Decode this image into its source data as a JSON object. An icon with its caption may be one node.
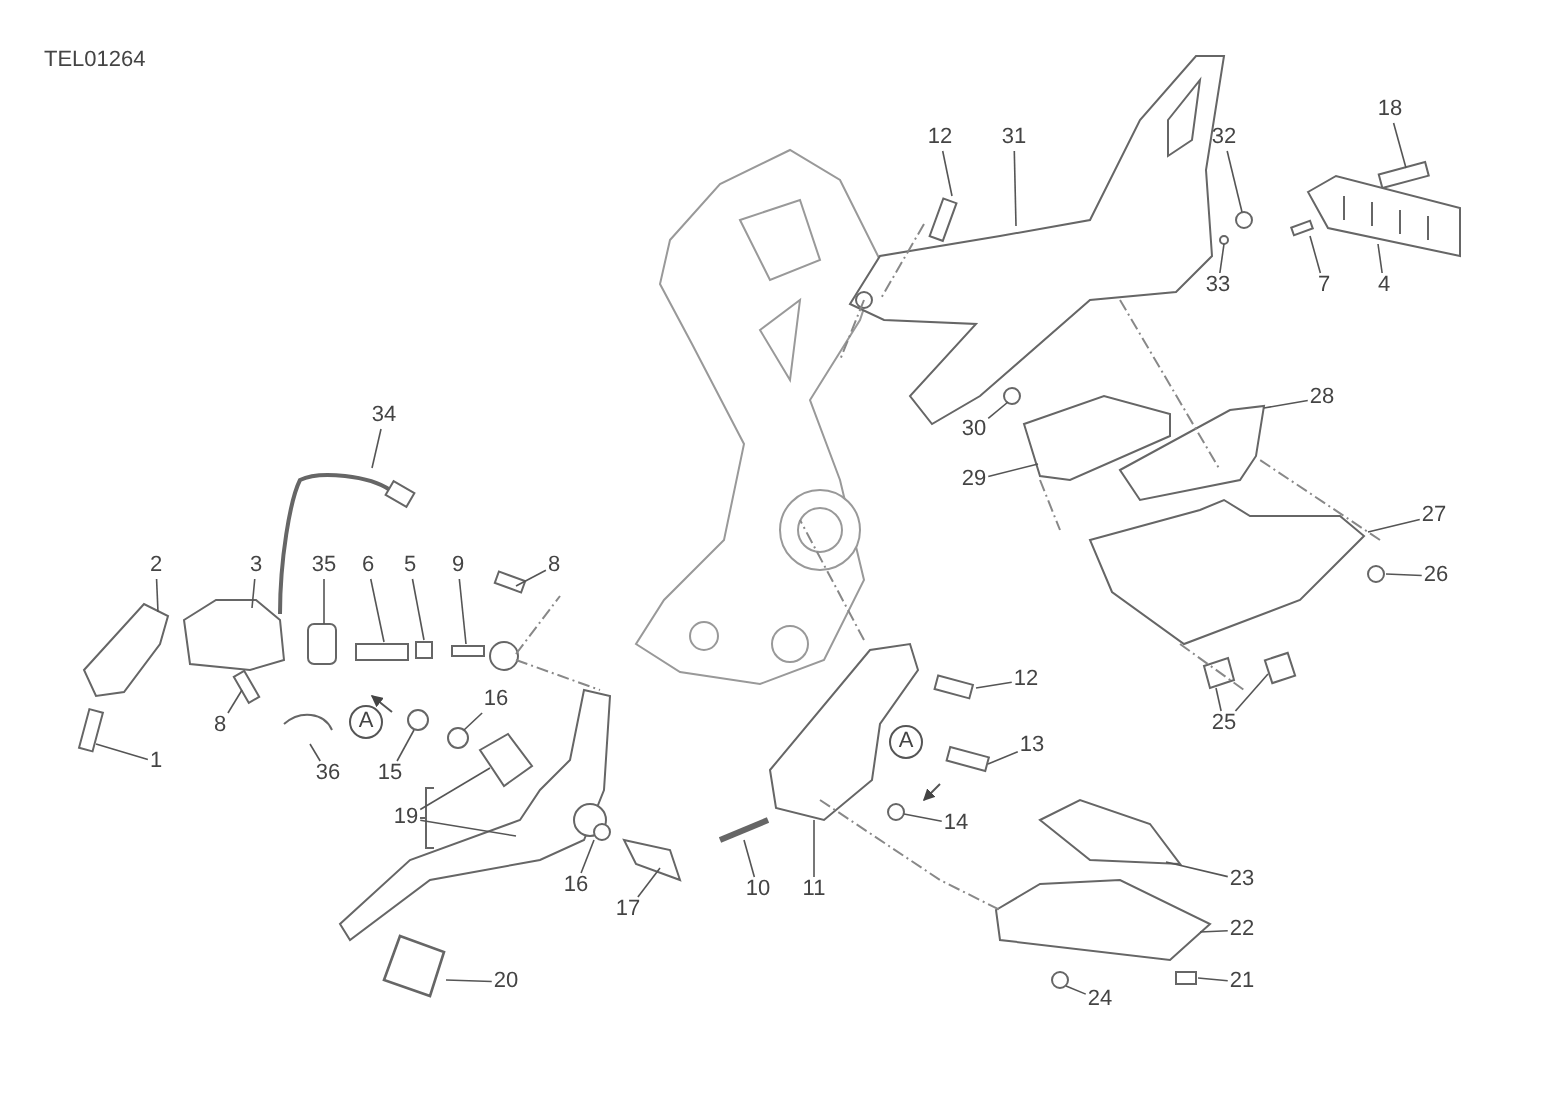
{
  "diagram": {
    "nodes": [
      {
        "text": [
          "12"
        ]
      },
      {
        "text": [
          "31"
        ]
      },
      {
        "text": [
          "32"
        ]
      },
      {
        "text": [
          "18"
        ]
      },
      {
        "text": [
          "33"
        ]
      },
      {
        "text": [
          "7"
        ]
      },
      {
        "text": [
          "4"
        ]
      },
      {
        "text": [
          "34"
        ]
      },
      {
        "text": [
          "28"
        ]
      },
      {
        "text": [
          "30"
        ]
      },
      {
        "text": [
          "29"
        ]
      },
      {
        "text": [
          "27"
        ]
      },
      {
        "text": [
          "2"
        ]
      },
      {
        "text": [
          "3"
        ]
      },
      {
        "text": [
          "35"
        ]
      },
      {
        "text": [
          "6"
        ]
      },
      {
        "text": [
          "5"
        ]
      },
      {
        "text": [
          "9"
        ]
      },
      {
        "text": [
          "8"
        ]
      },
      {
        "text": [
          "26"
        ]
      },
      {
        "text": [
          "12"
        ]
      },
      {
        "text": [
          "A"
        ]
      },
      {
        "text": [
          "16"
        ]
      },
      {
        "text": [
          "25"
        ]
      },
      {
        "text": [
          "8"
        ]
      },
      {
        "text": [
          "1"
        ]
      },
      {
        "text": [
          "13"
        ]
      },
      {
        "text": [
          "A"
        ]
      },
      {
        "text": [
          "36"
        ]
      },
      {
        "text": [
          "15"
        ]
      },
      {
        "text": [
          "14"
        ]
      },
      {
        "text": [
          "19"
        ]
      },
      {
        "text": [
          "23"
        ]
      },
      {
        "text": [
          "10"
        ]
      },
      {
        "text": [
          "11"
        ]
      },
      {
        "text": [
          "16"
        ]
      },
      {
        "text": [
          "17"
        ]
      },
      {
        "text": [
          "22"
        ]
      },
      {
        "text": [
          "21"
        ]
      },
      {
        "text": [
          "20"
        ]
      },
      {
        "text": [
          "24"
        ]
      }
    ],
    "edges": [
      {
        "from": 0,
        "to": null,
        "arrow": "none"
      },
      {
        "from": 1,
        "to": null,
        "arrow": "none"
      },
      {
        "from": 2,
        "to": null,
        "arrow": "none"
      },
      {
        "from": 3,
        "to": null,
        "arrow": "none"
      },
      {
        "from": 4,
        "to": null,
        "arrow": "none"
      },
      {
        "from": 5,
        "to": null,
        "arrow": "none"
      },
      {
        "from": 6,
        "to": null,
        "arrow": "none"
      },
      {
        "from": 7,
        "to": null,
        "arrow": "none"
      },
      {
        "from": 8,
        "to": null,
        "arrow": "none"
      },
      {
        "from": 9,
        "to": null,
        "arrow": "none"
      },
      {
        "from": 10,
        "to": null,
        "arrow": "none"
      },
      {
        "from": 11,
        "to": null,
        "arrow": "none"
      },
      {
        "from": 12,
        "to": null,
        "arrow": "none"
      },
      {
        "from": 13,
        "to": null,
        "arrow": "none"
      },
      {
        "from": 14,
        "to": null,
        "arrow": "none"
      },
      {
        "from": 15,
        "to": null,
        "arrow": "none"
      },
      {
        "from": 16,
        "to": null,
        "arrow": "none"
      },
      {
        "from": 17,
        "to": null,
        "arrow": "none"
      },
      {
        "from": 18,
        "to": null,
        "arrow": "none"
      },
      {
        "from": 19,
        "to": null,
        "arrow": "none"
      },
      {
        "from": 20,
        "to": null,
        "arrow": "none"
      },
      {
        "from": 22,
        "to": null,
        "arrow": "none"
      },
      {
        "from": 23,
        "to": null,
        "arrow": "none"
      },
      {
        "from": 23,
        "to": null,
        "arrow": "none"
      },
      {
        "from": 24,
        "to": null,
        "arrow": "none"
      },
      {
        "from": 25,
        "to": null,
        "arrow": "none"
      },
      {
        "from": 26,
        "to": null,
        "arrow": "none"
      },
      {
        "from": 28,
        "to": null,
        "arrow": "none"
      },
      {
        "from": 29,
        "to": null,
        "arrow": "none"
      },
      {
        "from": 30,
        "to": null,
        "arrow": "none"
      },
      {
        "from": 31,
        "to": null,
        "arrow": "none"
      },
      {
        "from": 31,
        "to": null,
        "arrow": "none"
      },
      {
        "from": 32,
        "to": null,
        "arrow": "none"
      },
      {
        "from": 33,
        "to": null,
        "arrow": "none"
      },
      {
        "from": 34,
        "to": null,
        "arrow": "none"
      },
      {
        "from": 35,
        "to": null,
        "arrow": "none"
      },
      {
        "from": 36,
        "to": null,
        "arrow": "none"
      },
      {
        "from": 37,
        "to": null,
        "arrow": "none"
      },
      {
        "from": 38,
        "to": null,
        "arrow": "none"
      },
      {
        "from": 39,
        "to": null,
        "arrow": "none"
      },
      {
        "from": 40,
        "to": null,
        "arrow": "none"
      }
    ],
    "labels": [
      "TEL01264"
    ]
  }
}
